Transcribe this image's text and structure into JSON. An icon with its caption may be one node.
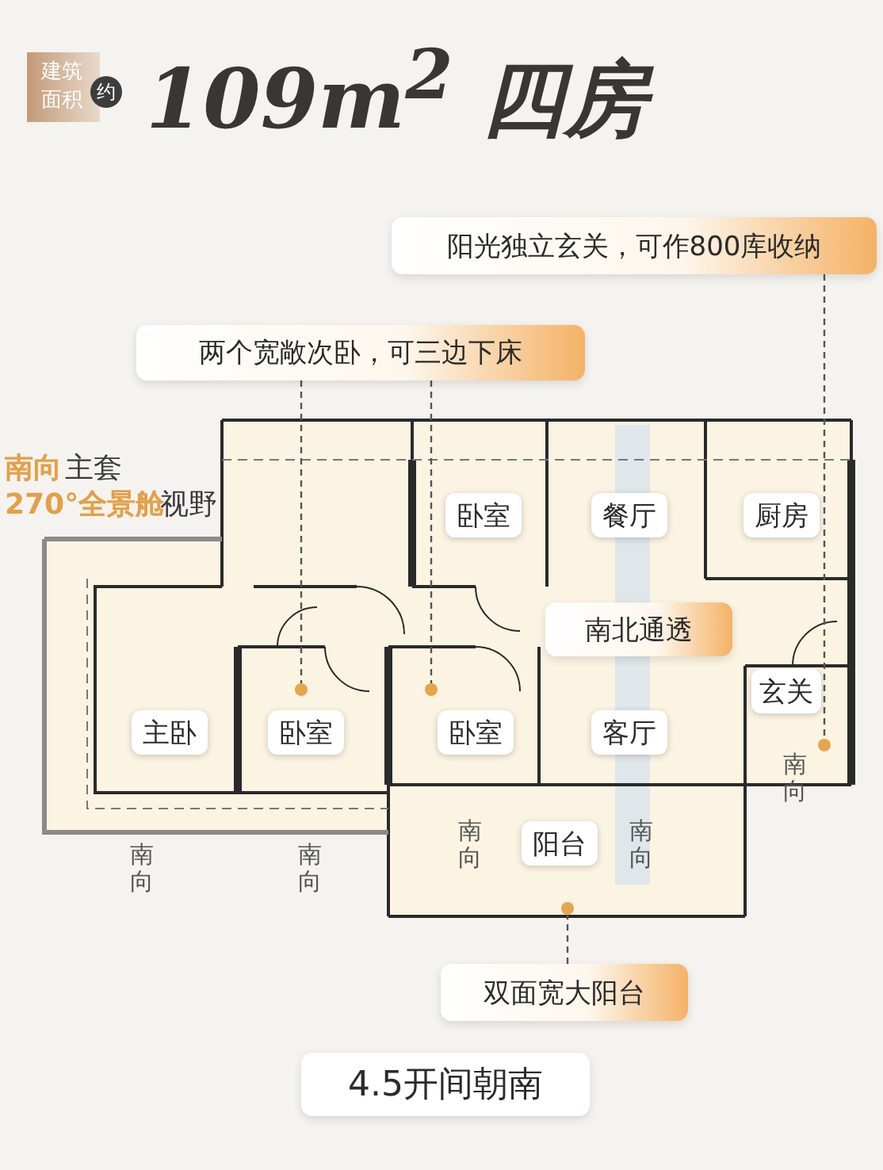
{
  "diagram": {
    "title": "109m$^{2}$ 四房",
    "nodes": [
      {
        "text": [
          "阳光独立玄关，可作800库收纳"
        ]
      },
      {
        "text": [
          "两个宽敞次卧，可三边下床"
        ]
      },
      {
        "text": [
          "卧室"
        ]
      },
      {
        "text": [
          "餐厅"
        ]
      },
      {
        "text": [
          "厨房"
        ]
      },
      {
        "text": [
          "南北通透"
        ]
      },
      {
        "text": [
          "玄关"
        ]
      },
      {
        "text": [
          "主卧"
        ]
      },
      {
        "text": [
          "卧室"
        ]
      },
      {
        "text": [
          "卧室"
        ]
      },
      {
        "text": [
          "客厅"
        ]
      },
      {
        "text": [
          "阳台"
        ]
      },
      {
        "text": [
          "双面宽大阳台"
        ]
      },
      {
        "text": [
          "4.5开间朝南"
        ]
      },
      {
        "text": [],
        "shape": "circle"
      },
      {
        "text": [],
        "shape": "circle"
      },
      {
        "text": [],
        "shape": "circle"
      },
      {
        "text": [],
        "shape": "circle"
      }
    ],
    "edges": [
      {
        "from": 1,
        "to": 14,
        "arrow": "none",
        "style": "dashed"
      },
      {
        "from": 1,
        "to": 15,
        "arrow": "none",
        "style": "dashed"
      },
      {
        "from": 12,
        "to": 16,
        "arrow": "none",
        "style": "dashed"
      },
      {
        "from": 0,
        "to": 17,
        "arrow": "none",
        "style": "dashed"
      }
    ],
    "labels": [
      "建筑面积",
      "约",
      "南向",
      "主套",
      "270°全景舱",
      "视野",
      "南向",
      "南向",
      "南向",
      "南向",
      "南向"
    ]
  }
}
